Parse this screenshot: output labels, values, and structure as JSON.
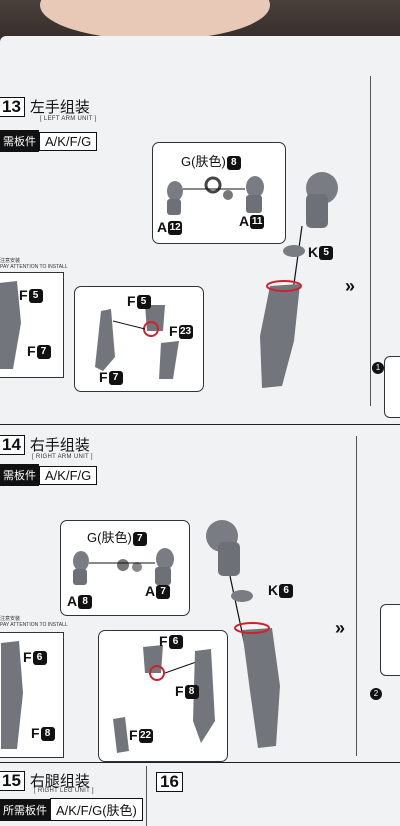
{
  "step13": {
    "number": "13",
    "title": "左手组装",
    "subtitle": "[ LEFT ARM UNIT ]",
    "parts_label": "需板件",
    "parts_value": "A/K/F/G",
    "attention_cn": "注意安装",
    "attention_en": "PAY ATTENTION TO INSTALL",
    "g_label": "G(肤色)",
    "g_num": "8",
    "a12": "A",
    "a12n": "12",
    "a11": "A",
    "a11n": "11",
    "k_label": "K",
    "k_num": "5",
    "f5a": "F",
    "f5a_n": "5",
    "f7a": "F",
    "f7a_n": "7",
    "f5b": "F",
    "f5b_n": "5",
    "f23": "F",
    "f23_n": "23",
    "f7b": "F",
    "f7b_n": "7"
  },
  "step14": {
    "number": "14",
    "title": "右手组装",
    "subtitle": "[ RIGHT ARM UNIT ]",
    "parts_label": "需板件",
    "parts_value": "A/K/F/G",
    "attention_cn": "注意安装",
    "attention_en": "PAY ATTENTION TO INSTALL",
    "g_label": "G(肤色)",
    "g_num": "7",
    "a8": "A",
    "a8n": "8",
    "a7": "A",
    "a7n": "7",
    "k_label": "K",
    "k_num": "6",
    "f6a": "F",
    "f6a_n": "6",
    "f8a": "F",
    "f8a_n": "8",
    "f6b": "F",
    "f6b_n": "6",
    "f8b": "F",
    "f8b_n": "8",
    "f22": "F",
    "f22_n": "22"
  },
  "step15": {
    "number": "15",
    "title": "右腿组装",
    "subtitle": "[ RIGHT LEG UNIT ]",
    "parts_label": "所需板件",
    "parts_value": "A/K/F/G(肤色)"
  },
  "step16": {
    "number": "16"
  },
  "side": {
    "step1": "1",
    "step2": "2"
  },
  "colors": {
    "circle": "#d0202a",
    "part": "#7a7c83"
  }
}
